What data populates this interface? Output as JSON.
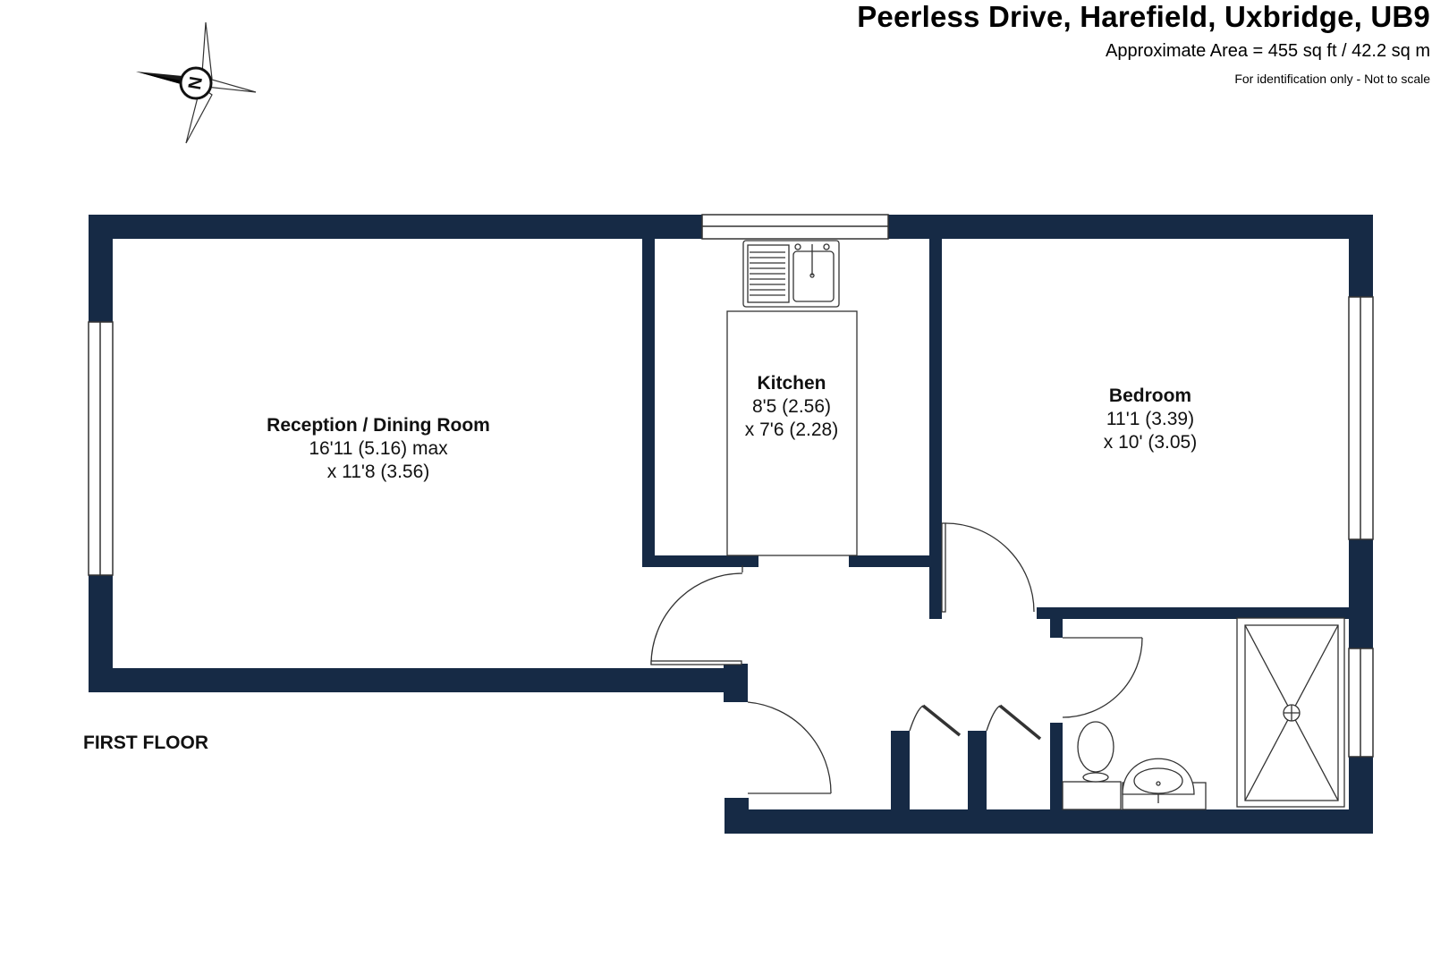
{
  "header": {
    "title": "Peerless Drive, Harefield, Uxbridge, UB9",
    "area": "Approximate Area = 455 sq ft / 42.2 sq m",
    "note": "For identification only - Not to scale"
  },
  "compass": {
    "label": "N"
  },
  "floor_label": "FIRST FLOOR",
  "rooms": {
    "reception": {
      "name": "Reception / Dining Room",
      "dim1": "16'11 (5.16) max",
      "dim2": "x 11'8 (3.56)"
    },
    "kitchen": {
      "name": "Kitchen",
      "dim1": "8'5 (2.56)",
      "dim2": "x 7'6 (2.28)"
    },
    "bedroom": {
      "name": "Bedroom",
      "dim1": "11'1 (3.39)",
      "dim2": "x 10' (3.05)"
    }
  },
  "colors": {
    "wall": "#162a45",
    "line": "#333333",
    "window": "#ffffff"
  }
}
